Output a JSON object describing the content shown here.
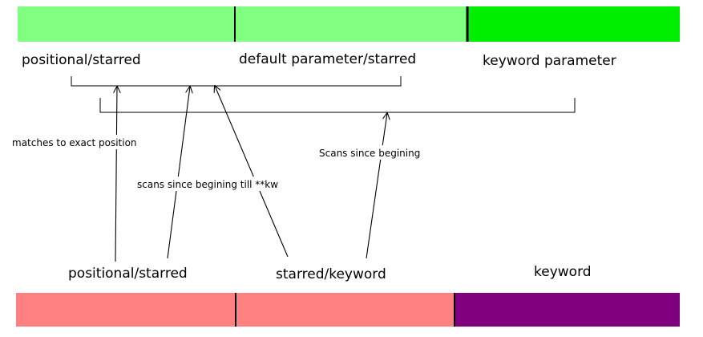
{
  "colors": {
    "top_light": "#80ff80",
    "top_bright": "#00ee00",
    "bottom_pink": "#ff8080",
    "bottom_purple": "#800080",
    "line": "#000000"
  },
  "top_labels": {
    "positional": "positional/starred",
    "default": "default parameter/starred",
    "keyword": "keyword parameter"
  },
  "bottom_labels": {
    "positional": "positional/starred",
    "starred_keyword": "starred/keyword",
    "keyword": "keyword"
  },
  "annotations": {
    "exact": "matches to exact position",
    "scan_till_kw": "scans since begining till **kw",
    "scan_begin": "Scans since begining"
  }
}
